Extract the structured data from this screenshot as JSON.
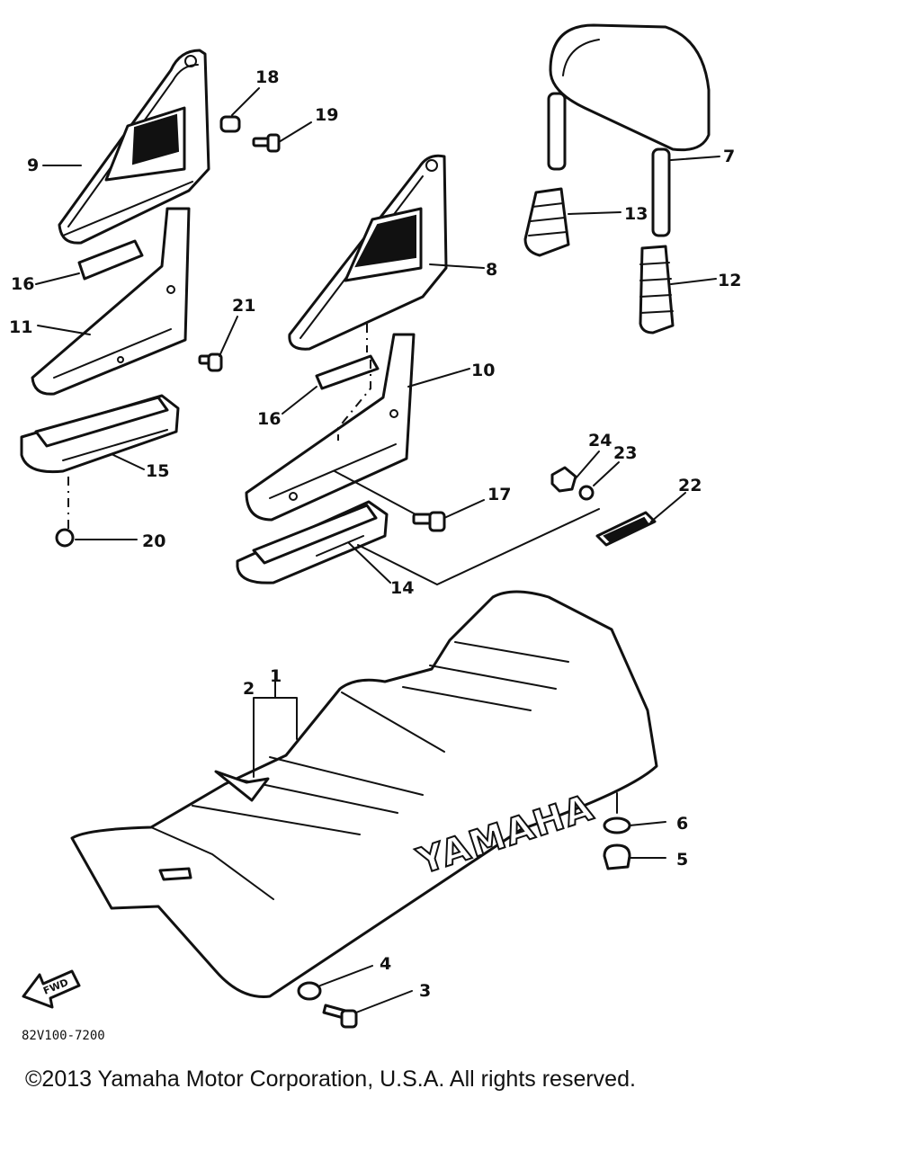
{
  "diagram": {
    "callouts": {
      "c1": "1",
      "c2": "2",
      "c3": "3",
      "c4": "4",
      "c5": "5",
      "c6": "6",
      "c7": "7",
      "c8": "8",
      "c9": "9",
      "c10": "10",
      "c11": "11",
      "c12": "12",
      "c13": "13",
      "c14": "14",
      "c15": "15",
      "c16a": "16",
      "c16b": "16",
      "c17": "17",
      "c18": "18",
      "c19": "19",
      "c20": "20",
      "c21": "21",
      "c22": "22",
      "c23": "23",
      "c24": "24"
    },
    "seat_brand": "YAMAHA",
    "fwd_label": "FWD",
    "drawing_code": "82V100-7200"
  },
  "footer": {
    "copyright": "©2013 Yamaha Motor Corporation, U.S.A. All rights reserved."
  }
}
